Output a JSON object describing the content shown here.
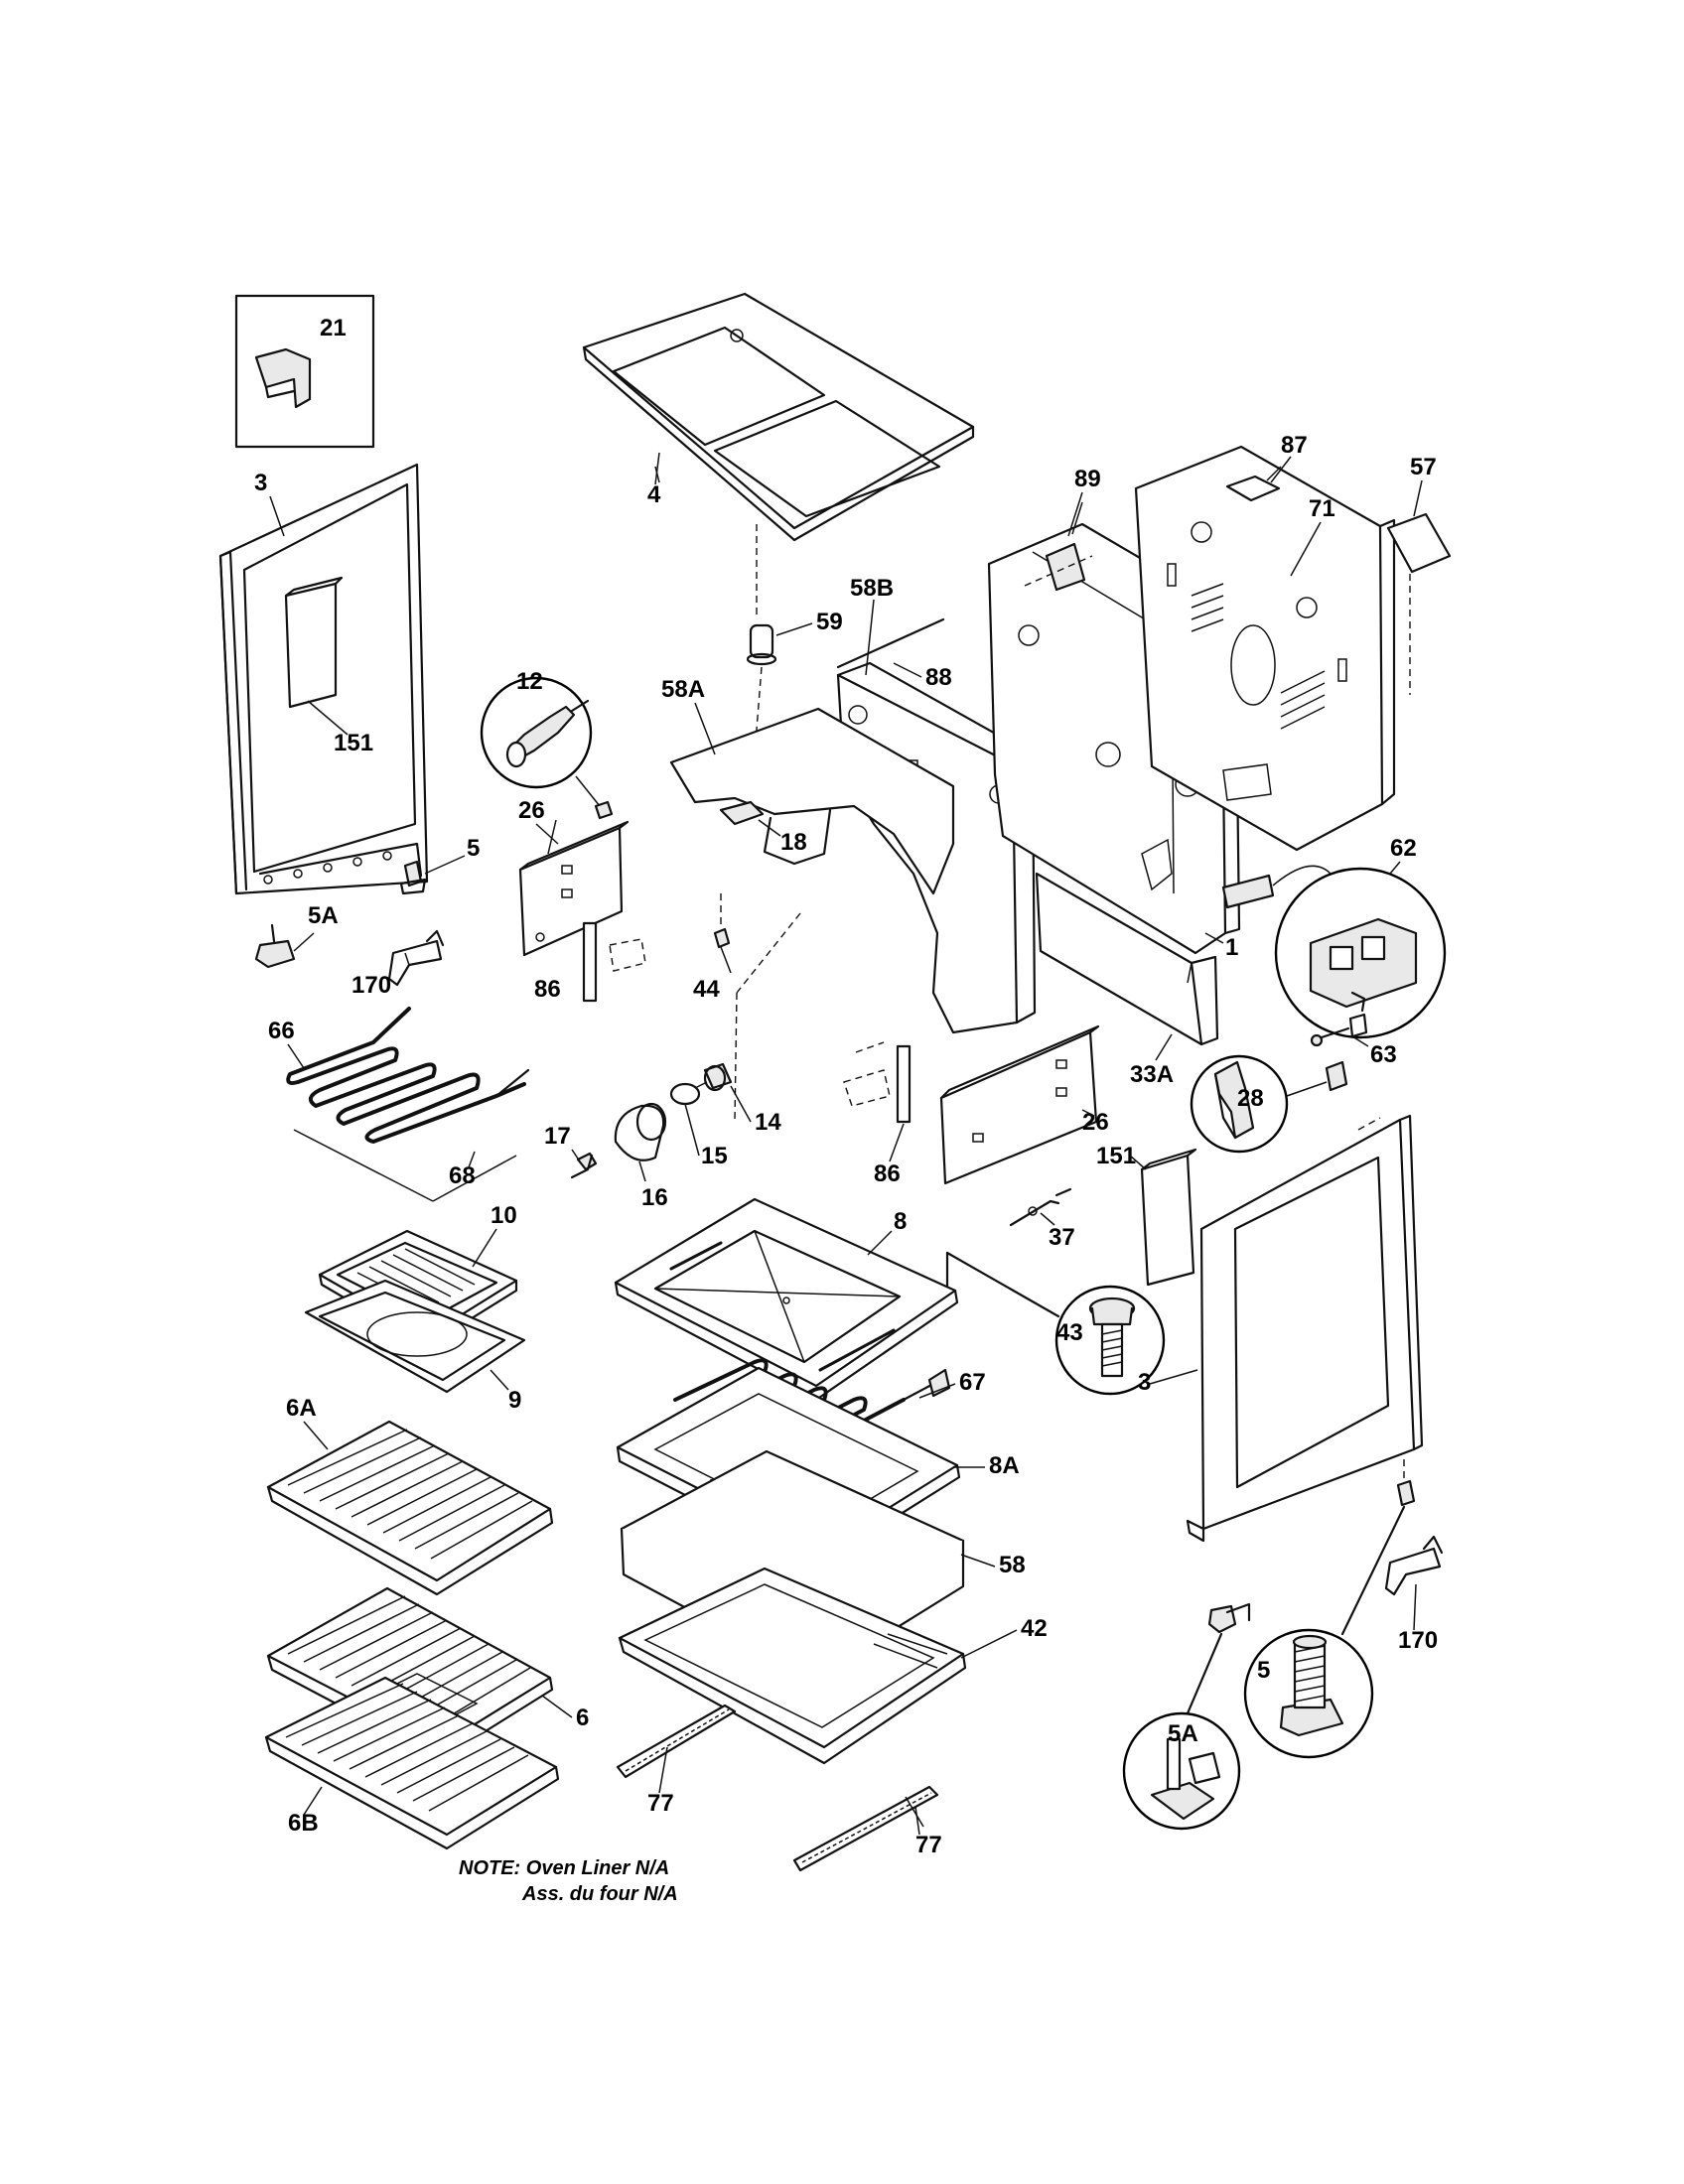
{
  "labels": {
    "p21": "21",
    "p3_left": "3",
    "p151_left": "151",
    "p5_left": "5",
    "p5a_left": "5A",
    "p170_left": "170",
    "p4": "4",
    "p59": "59",
    "p58b": "58B",
    "p88": "88",
    "p58a": "58A",
    "p12": "12",
    "p18": "18",
    "p26_left": "26",
    "p86_left": "86",
    "p44": "44",
    "p89": "89",
    "p87": "87",
    "p71": "71",
    "p57": "57",
    "p62": "62",
    "p63": "63",
    "p1": "1",
    "p33a": "33A",
    "p66": "66",
    "p68": "68",
    "p14": "14",
    "p15": "15",
    "p16": "16",
    "p17": "17",
    "p26_right": "26",
    "p86_right": "86",
    "p28": "28",
    "p151_right": "151",
    "p37": "37",
    "p10": "10",
    "p9": "9",
    "p8": "8",
    "p43": "43",
    "p67": "67",
    "p3_right": "3",
    "p6a": "6A",
    "p8a": "8A",
    "p58": "58",
    "p42": "42",
    "p6": "6",
    "p6b": "6B",
    "p77_left": "77",
    "p77_right": "77",
    "p170_right": "170",
    "p5_right": "5",
    "p5a_right": "5A"
  },
  "note": {
    "line1": "NOTE: Oven Liner N/A",
    "line2": "Ass. du four N/A"
  }
}
